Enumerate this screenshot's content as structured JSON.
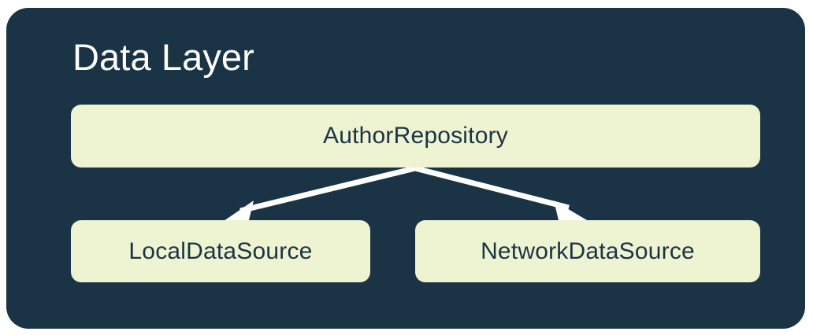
{
  "diagram": {
    "title": "Data Layer",
    "panel_color": "#1b3445",
    "node_color": "#eef3d2",
    "node_text_color": "#1b3445",
    "title_color": "#ffffff",
    "edge_color": "#ffffff",
    "nodes": [
      {
        "id": "author-repository",
        "label": "AuthorRepository",
        "role": "repository"
      },
      {
        "id": "local-data-source",
        "label": "LocalDataSource",
        "role": "data-source"
      },
      {
        "id": "network-data-source",
        "label": "NetworkDataSource",
        "role": "data-source"
      }
    ],
    "edges": [
      {
        "id": "repository-to-local",
        "from": "author-repository",
        "to": "local-data-source",
        "style": "solid-arrow"
      },
      {
        "id": "repository-to-network",
        "from": "author-repository",
        "to": "network-data-source",
        "style": "solid-arrow"
      }
    ]
  }
}
